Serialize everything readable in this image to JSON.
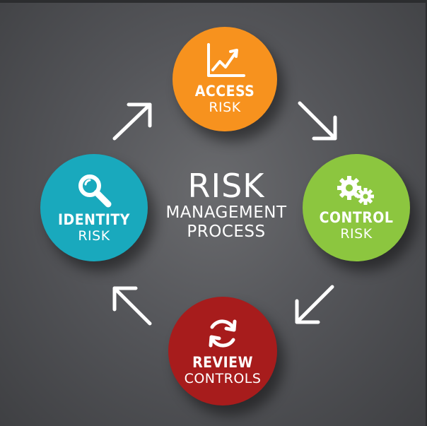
{
  "center": {
    "title": "RISK",
    "line1": "MANAGEMENT",
    "line2": "PROCESS"
  },
  "steps": [
    {
      "title": "ACCESS",
      "subtitle": "RISK",
      "color": "#f7921e",
      "icon": "chart-icon"
    },
    {
      "title": "CONTROL",
      "subtitle": "RISK",
      "color": "#8cc63f",
      "icon": "gears-icon"
    },
    {
      "title": "REVIEW",
      "subtitle": "CONTROLS",
      "color": "#a71c1c",
      "icon": "refresh-icon"
    },
    {
      "title": "IDENTITY",
      "subtitle": "RISK",
      "color": "#19a9bd",
      "icon": "search-icon"
    }
  ],
  "background": "#55565a"
}
